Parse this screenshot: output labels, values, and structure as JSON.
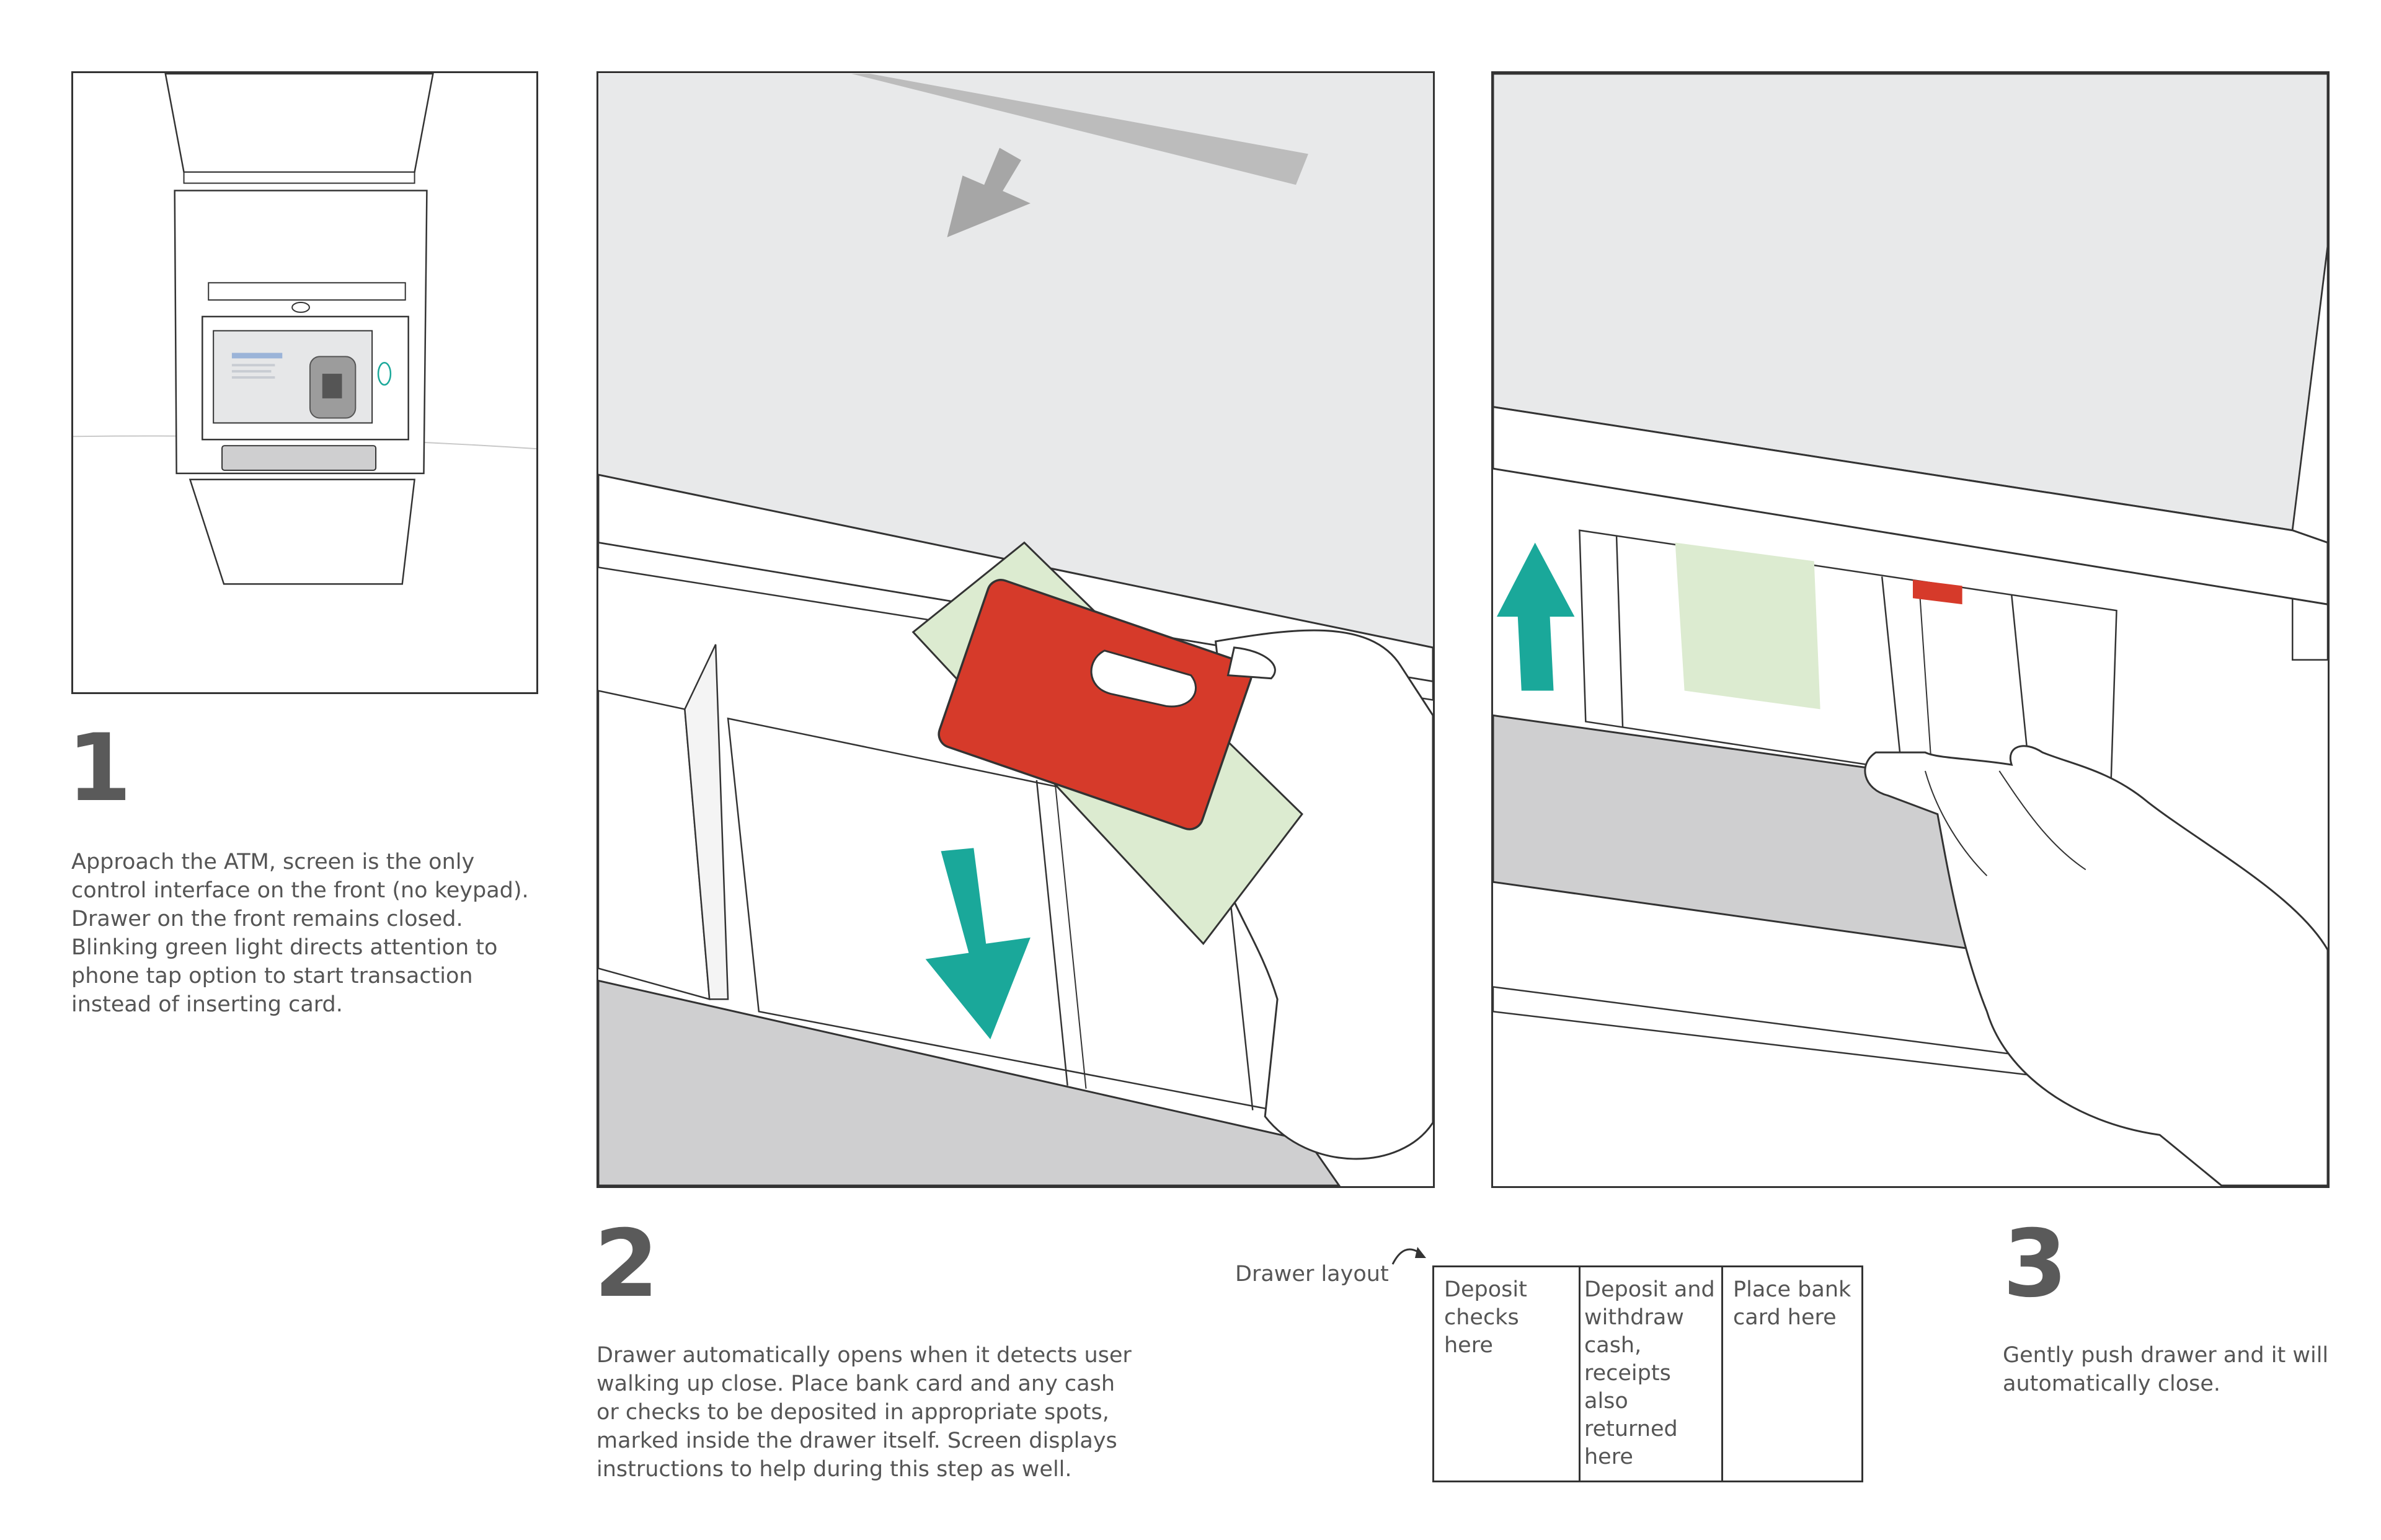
{
  "steps": [
    {
      "number": "1",
      "lines": [
        "Approach the ATM, screen is the only",
        "control interface on the front (no keypad).",
        "Drawer on the front remains closed.",
        "Blinking green light directs attention to",
        "phone tap option to start transaction",
        "instead of inserting card."
      ]
    },
    {
      "number": "2",
      "lines": [
        "Drawer automatically opens when it detects user",
        "walking up close. Place bank card and any cash",
        "or checks to be deposited in appropriate spots,",
        "marked inside the drawer itself. Screen displays",
        "instructions to help during this step as well."
      ]
    },
    {
      "number": "3",
      "lines": [
        "Gently push drawer and it will",
        "automatically close."
      ]
    }
  ],
  "drawer_layout": {
    "label": "Drawer layout",
    "cells": [
      {
        "lines": [
          "Deposit",
          "checks",
          "here"
        ]
      },
      {
        "lines": [
          "Deposit and",
          "withdraw",
          "cash,",
          "receipts also",
          "returned",
          "here"
        ]
      },
      {
        "lines": [
          "Place bank",
          "card here"
        ]
      }
    ]
  },
  "colors": {
    "card_red": "#d63a2a",
    "cash_green": "#dcebd0",
    "arrow_teal": "#1aa89a",
    "arrow_gray": "#a6a6a6",
    "surface_gray": "#e8e9ea",
    "front_gray": "#cfcfd0",
    "outline": "#333333",
    "text_gray": "#555555"
  }
}
